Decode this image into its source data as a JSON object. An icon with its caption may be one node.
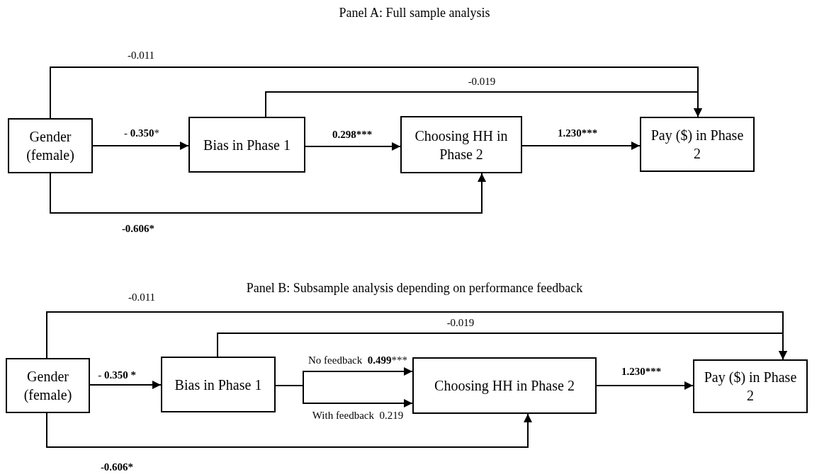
{
  "diagram": {
    "nodes": [
      {
        "text": [
          "Gender (female)"
        ]
      },
      {
        "text": [
          "Bias in Phase 1"
        ]
      },
      {
        "text": [
          "Choosing HH in Phase 2"
        ]
      },
      {
        "text": [
          "Pay ($) in Phase 2"
        ]
      },
      {
        "text": [
          "Gender (female)"
        ]
      },
      {
        "text": [
          "Bias in Phase 1"
        ]
      },
      {
        "text": [
          "Choosing HH in Phase 2"
        ]
      },
      {
        "text": [
          "Pay ($) in Phase 2"
        ]
      }
    ],
    "edges": [
      {
        "from": 0,
        "to": 1,
        "arrow": "to",
        "label": "- **0.350***"
      },
      {
        "from": 1,
        "to": 2,
        "arrow": "to",
        "label": "0.298***"
      },
      {
        "from": 2,
        "to": 3,
        "arrow": "to",
        "label": "1.230***"
      },
      {
        "from": 0,
        "to": 3,
        "arrow": "to",
        "label": "-0.011"
      },
      {
        "from": 1,
        "to": 3,
        "arrow": "to",
        "label": "-0.019"
      },
      {
        "from": 0,
        "to": 2,
        "arrow": "to",
        "label": "-0.606*"
      },
      {
        "from": 4,
        "to": 5,
        "arrow": "to",
        "label": "- **0.350 ***"
      },
      {
        "from": 5,
        "to": 6,
        "arrow": "to",
        "label": "No feedback  **0.499*****"
      },
      {
        "from": 5,
        "to": 6,
        "arrow": "to",
        "label": "With feedback  0.219"
      },
      {
        "from": 6,
        "to": 7,
        "arrow": "to",
        "label": "1.230***"
      },
      {
        "from": 4,
        "to": 7,
        "arrow": "to",
        "label": "-0.011"
      },
      {
        "from": 5,
        "to": 7,
        "arrow": "to",
        "label": "-0.019"
      },
      {
        "from": 4,
        "to": 6,
        "arrow": "to",
        "label": "-0.606*"
      }
    ],
    "labels": [
      "Panel A: Full sample analysis",
      "Panel B: Subsample analysis depending on performance feedback"
    ]
  }
}
